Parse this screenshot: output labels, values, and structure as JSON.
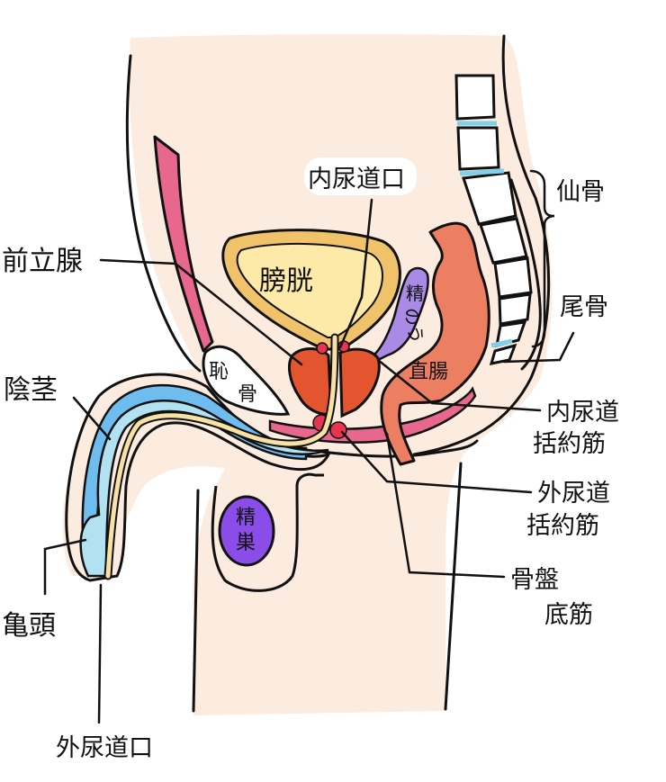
{
  "colors": {
    "skin": "#fcebdf",
    "bladder_outer": "#f0c26a",
    "bladder_inner": "#fde9a8",
    "prostate": "#e2552e",
    "sphincter": "#e8344f",
    "pelvic_muscle": "#e8688d",
    "rectum": "#ec7e62",
    "seminal_vesicle": "#a98be6",
    "testis": "#8a4de8",
    "corpus_dark": "#6fbcee",
    "corpus_light": "#b2e2f2",
    "urethra": "#f7e1a3",
    "bone": "#ffffff",
    "disc": "#7fd0ea",
    "line": "#111111"
  },
  "labels": {
    "internal_urethral_orifice": "内尿道口",
    "prostate": "前立腺",
    "bladder": "膀胱",
    "seminal_vesicle_1": "精",
    "seminal_vesicle_2": "のう",
    "sacrum": "仙骨",
    "coccyx": "尾骨",
    "rectum": "直腸",
    "pubic_bone_1": "恥",
    "pubic_bone_2": "骨",
    "penis": "陰茎",
    "internal_sphincter_1": "内尿道",
    "internal_sphincter_2": "括約筋",
    "external_sphincter_1": "外尿道",
    "external_sphincter_2": "括約筋",
    "testis_1": "精",
    "testis_2": "巣",
    "pelvic_floor_1": "骨盤",
    "pelvic_floor_2": "底筋",
    "glans": "亀頭",
    "external_urethral_orifice": "外尿道口"
  }
}
